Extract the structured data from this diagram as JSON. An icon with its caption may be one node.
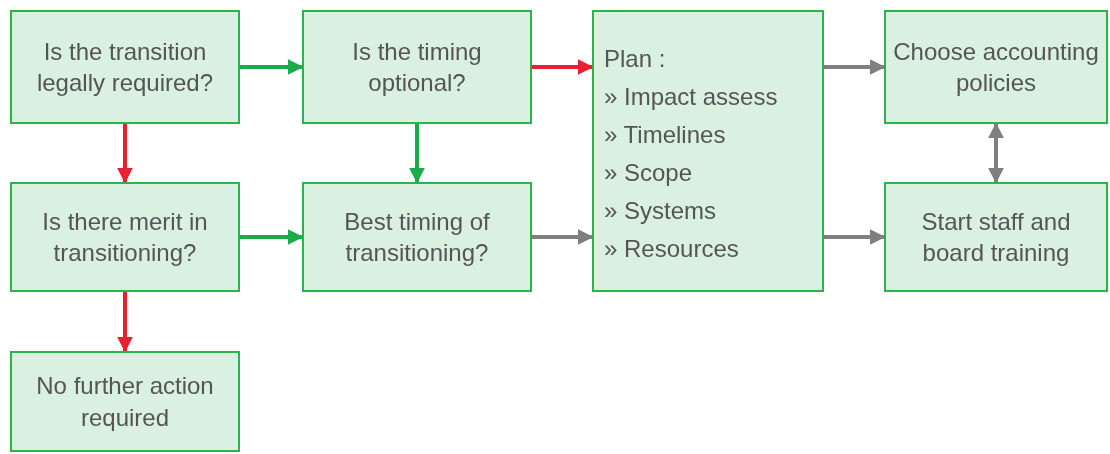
{
  "diagram": {
    "nodes": [
      {
        "text": [
          "Is the transition legally required?"
        ]
      },
      {
        "text": [
          "Is the timing optional?"
        ]
      },
      {
        "text": [
          "Plan :",
          "» Impact assess",
          "» Timelines",
          "» Scope",
          "» Systems",
          "» Resources"
        ]
      },
      {
        "text": [
          "Choose accounting policies"
        ]
      },
      {
        "text": [
          "Is there merit in transitioning?"
        ]
      },
      {
        "text": [
          "Best timing of transitioning?"
        ]
      },
      {
        "text": [
          "Start staff and board training"
        ]
      },
      {
        "text": [
          "No further action required"
        ]
      }
    ],
    "edges": [
      {
        "from": 0,
        "to": 1,
        "arrow": "to",
        "color": "#1aab4b"
      },
      {
        "from": 0,
        "to": 4,
        "arrow": "to",
        "color": "#e8202f"
      },
      {
        "from": 1,
        "to": 2,
        "arrow": "to",
        "color": "#e8202f"
      },
      {
        "from": 1,
        "to": 5,
        "arrow": "to",
        "color": "#1aab4b"
      },
      {
        "from": 4,
        "to": 5,
        "arrow": "to",
        "color": "#1aab4b"
      },
      {
        "from": 4,
        "to": 7,
        "arrow": "to",
        "color": "#e8202f"
      },
      {
        "from": 5,
        "to": 2,
        "arrow": "to"
      },
      {
        "from": 2,
        "to": 3,
        "arrow": "to"
      },
      {
        "from": 2,
        "to": 6,
        "arrow": "to"
      },
      {
        "from": 3,
        "to": 6,
        "arrow": "both"
      }
    ]
  }
}
